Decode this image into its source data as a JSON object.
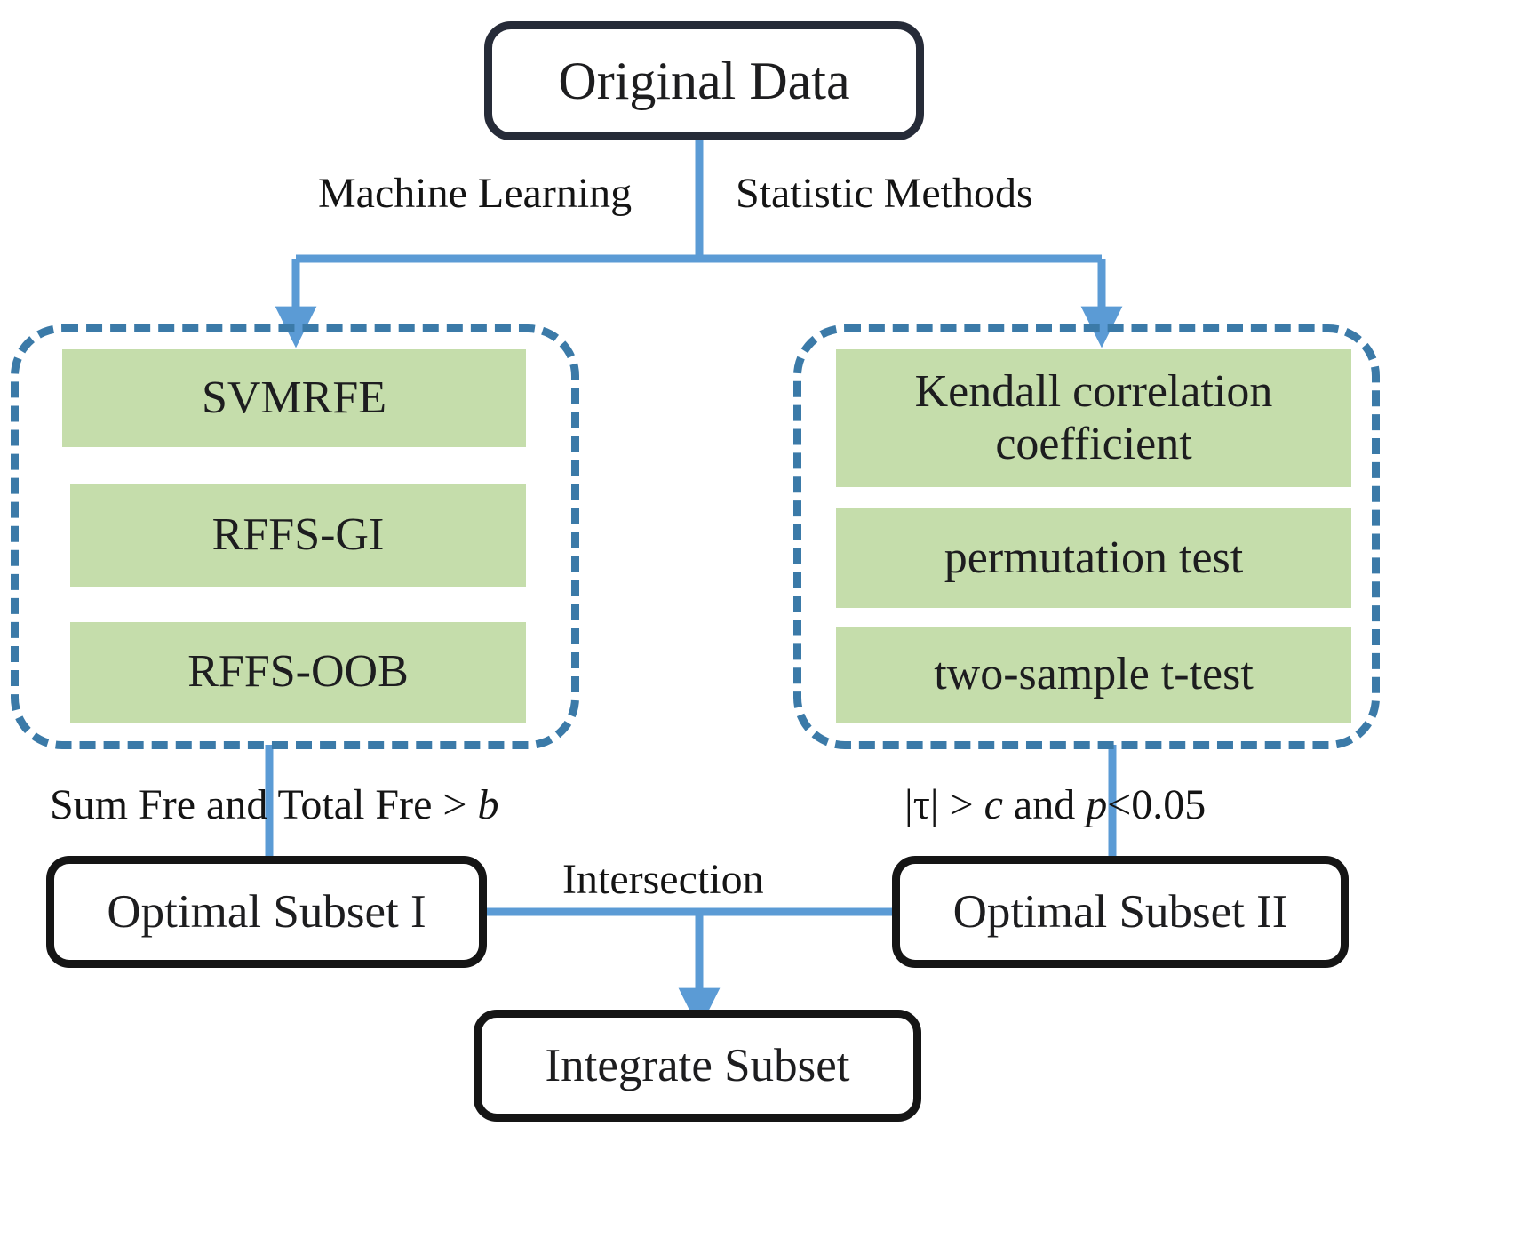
{
  "diagram": {
    "title": "Feature selection workflow",
    "root": {
      "label": "Original Data"
    },
    "branch_labels": {
      "left": "Machine Learning",
      "right": "Statistic Methods"
    },
    "groups": [
      {
        "name": "machine-learning-methods",
        "methods": [
          {
            "label": "SVMRFE"
          },
          {
            "label": "RFFS-GI"
          },
          {
            "label": "RFFS-OOB"
          }
        ]
      },
      {
        "name": "statistic-methods",
        "methods": [
          {
            "line1": "Kendall correlation",
            "line2": "coefficient"
          },
          {
            "label": "permutation test"
          },
          {
            "label": "two-sample t-test"
          }
        ]
      }
    ],
    "conditions": {
      "left_pre": "Sum Fre and Total Fre > ",
      "left_var": "b",
      "right_pre": "|τ| > ",
      "right_var1": "c",
      "right_mid": " and ",
      "right_var2": "p",
      "right_post": "<0.05"
    },
    "outputs": {
      "left": "Optimal Subset I",
      "right": "Optimal Subset II",
      "merge_label": "Intersection",
      "final": "Integrate Subset"
    },
    "colors": {
      "arrow_blue": "#5b9bd5",
      "dashed_blue": "#3b7aa8",
      "chip_green": "#c5ddab",
      "navy_border": "#262b38",
      "black_border": "#151515",
      "text": "#141414"
    }
  }
}
